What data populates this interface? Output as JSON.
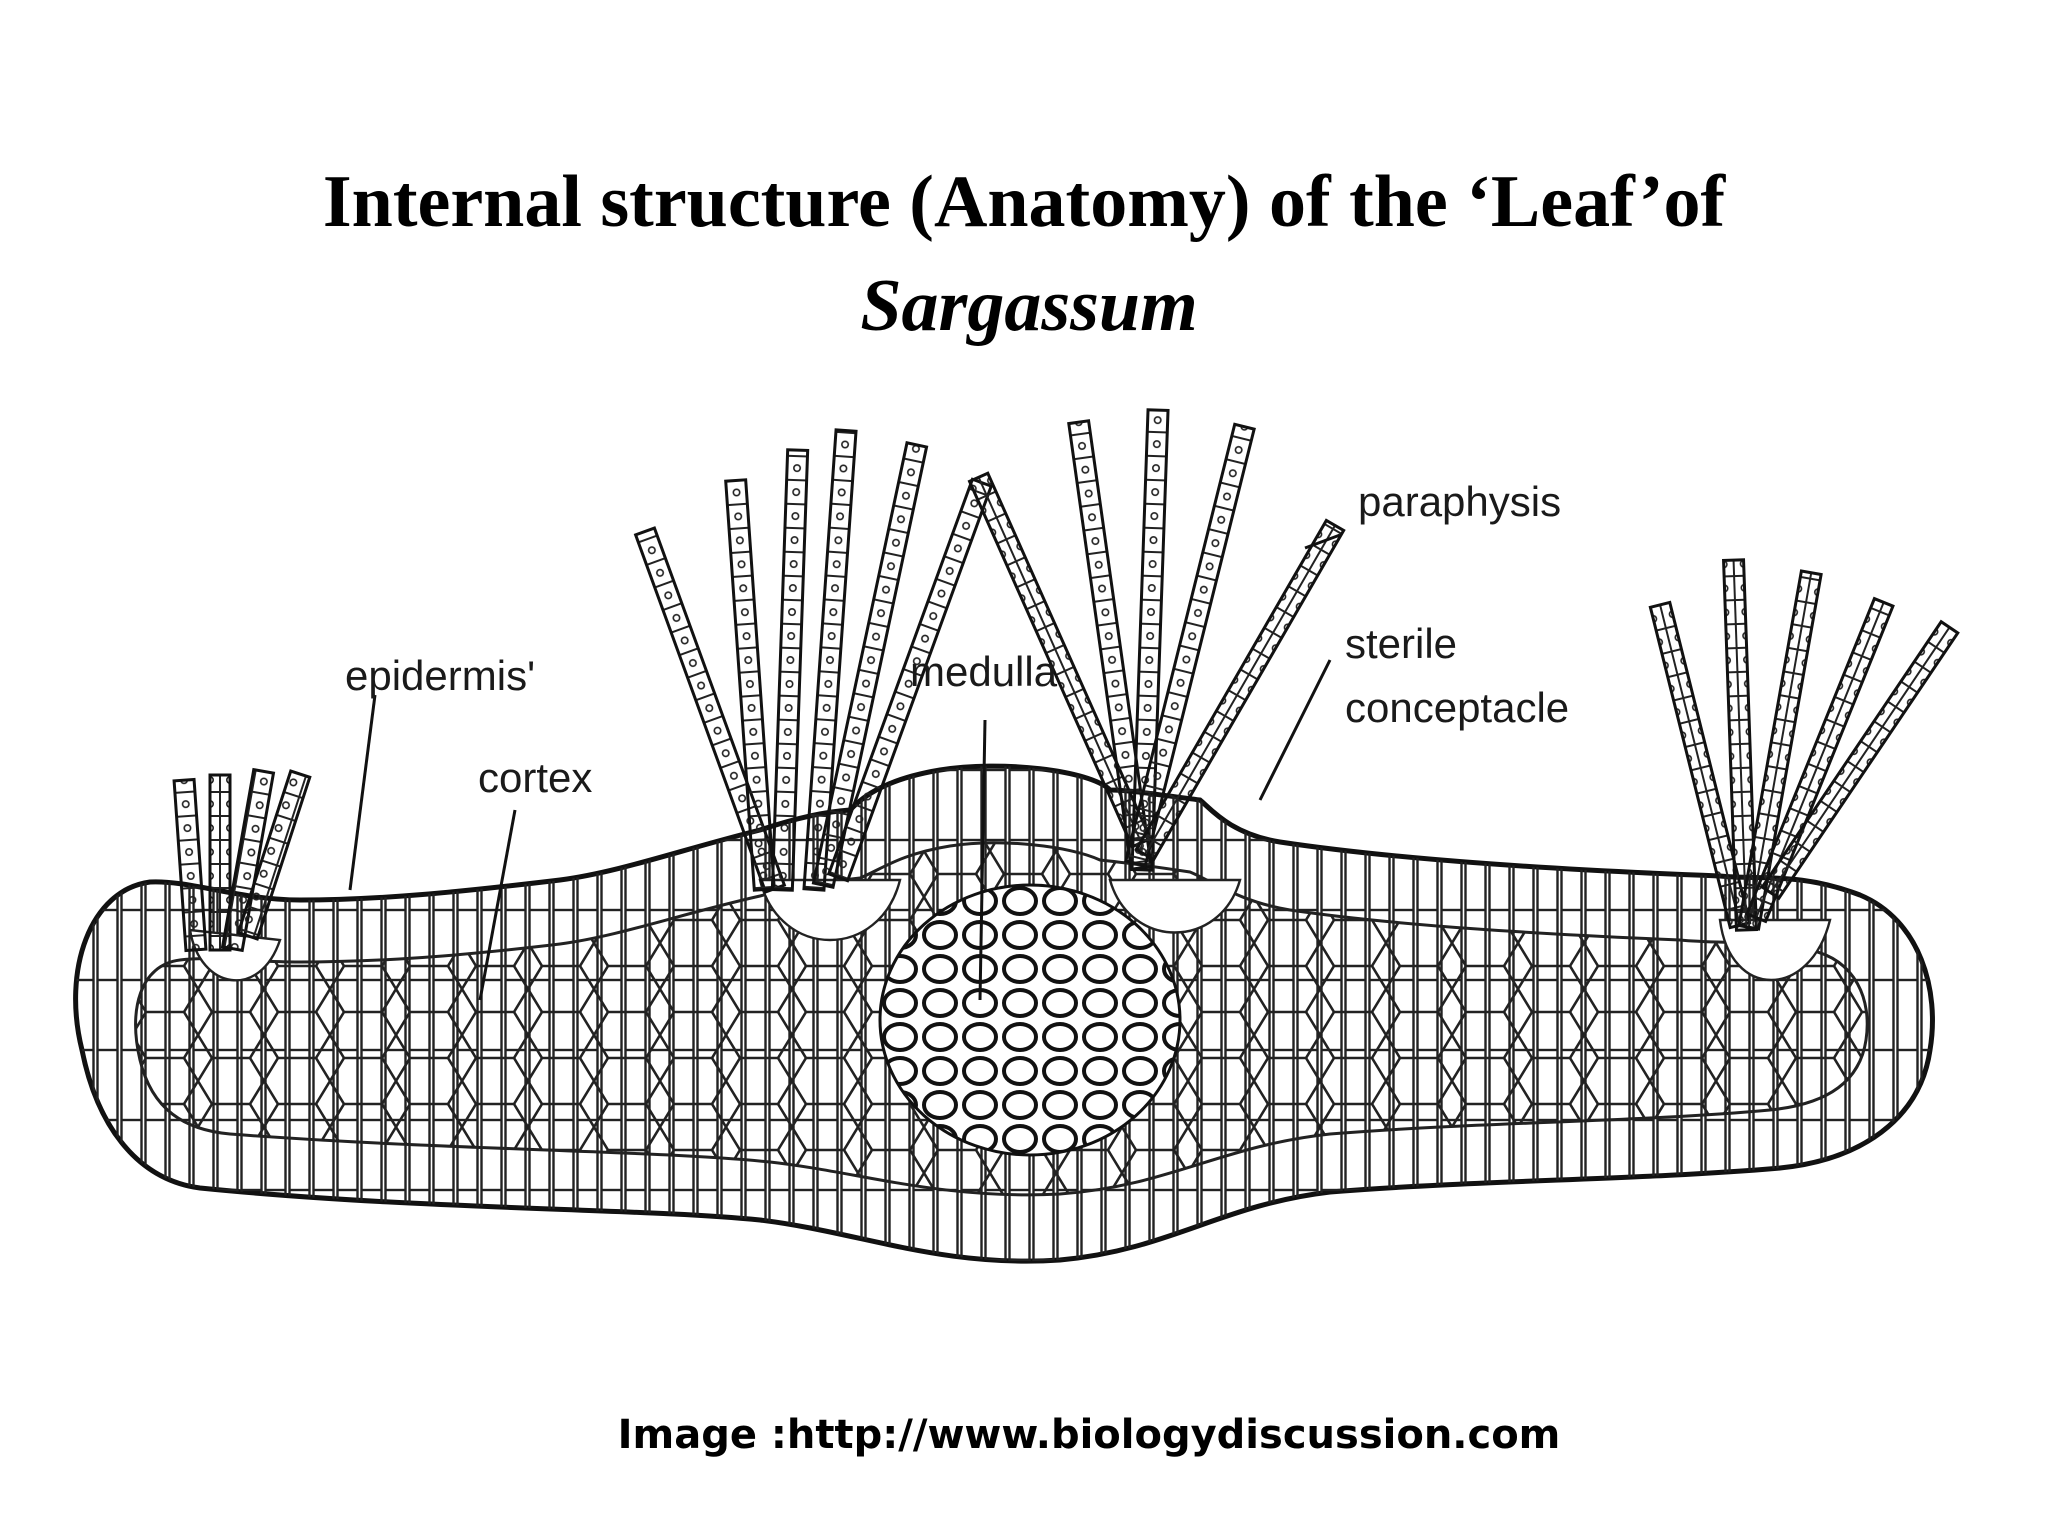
{
  "title": {
    "line1": "Internal structure (Anatomy)  of the ‘Leaf’of",
    "line2": "Sargassum"
  },
  "labels": {
    "epidermis": "epidermis'",
    "cortex": "cortex",
    "medulla": "medulla",
    "paraphysis": "paraphysis",
    "sterile_1": "sterile",
    "sterile_2": "conceptacle"
  },
  "caption": "Image :http://www.biologydiscussion.com"
}
